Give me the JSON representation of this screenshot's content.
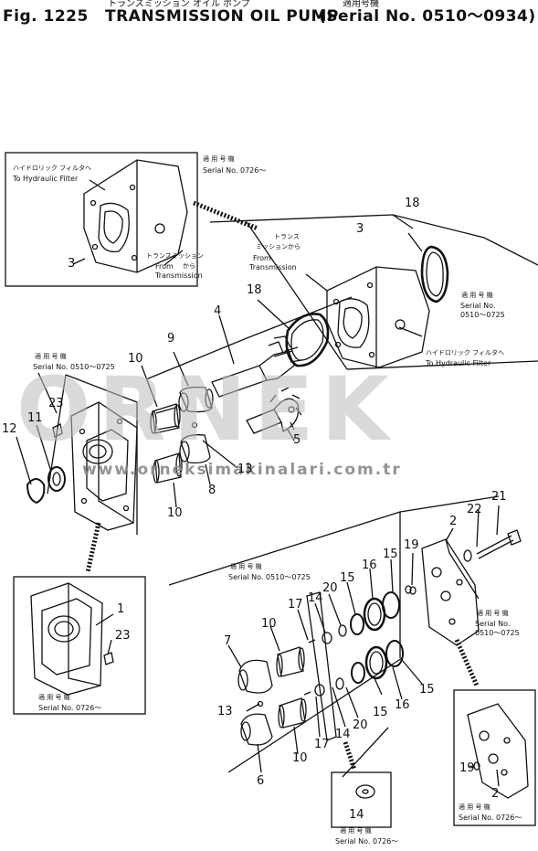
{
  "title": {
    "fig": "Fig. 1225",
    "name": "TRANSMISSION OIL PUMP",
    "serial": "(Serial No. 0510～0934)",
    "top_cut_jp": "トランスミッション オイル ポンプ",
    "top_cut_jp2": "適用号機"
  },
  "watermark": {
    "big": "ORNEK",
    "url": "www.orneksimakinalari.com.tr"
  },
  "callouts": {
    "inset_top": {
      "jp_filter": "ハイドロリック フィルタへ",
      "to_filter": "To Hydraulic Filter",
      "jp_from": "トランスミッション",
      "from": "From",
      "from_jp_kara": "から",
      "trans": "Transmission",
      "jp_serial": "適 用 号 機",
      "serial": "Serial No. 0726～"
    },
    "main_top": {
      "jp_trans": "トランス",
      "jp_kara": "ミッションから",
      "from": "From",
      "trans": "Transmission",
      "jp_serial": "適 用 号 機",
      "serial1": "Serial No.",
      "serial2": "0510～0725",
      "jp_filter": "ハイドロリック フィルタへ",
      "to_filter": "To Hydraulic Filter"
    },
    "left_serial_jp": "適 用 号 機",
    "left_serial": "Serial No. 0510～0725",
    "inset_cover_jp": "適 用 号 機",
    "inset_cover": "Serial No. 0726～",
    "right_serial_jp": "適 用 号 機",
    "right_serial": "Serial No. 0510～0725",
    "plate_serial_jp": "適 用 号 機",
    "plate_serial1": "Serial No.",
    "plate_serial2": "0510～0725",
    "inset_plate_jp": "適 用 号 機",
    "inset_plate": "Serial No. 0726～",
    "inset_washer_jp": "適 用 号 機",
    "inset_washer": "Serial No. 0726～"
  },
  "part_numbers": {
    "p3a": "3",
    "p3b": "3",
    "p18a": "18",
    "p18b": "18",
    "p4": "4",
    "p9": "9",
    "p10a": "10",
    "p23a": "23",
    "p12": "12",
    "p11": "11",
    "p5": "5",
    "p13a": "13",
    "p8": "8",
    "p10b": "10",
    "p1": "1",
    "p23b": "23",
    "p21": "21",
    "p22": "22",
    "p2a": "2",
    "p19a": "19",
    "p15a": "15",
    "p16a": "16",
    "p15b": "15",
    "p20a": "20",
    "p14a": "14",
    "p17a": "17",
    "p10c": "10",
    "p7": "7",
    "p13b": "13",
    "p6": "6",
    "p10d": "10",
    "p17b": "17",
    "p14b": "14",
    "p20b": "20",
    "p15c": "15",
    "p16b": "16",
    "p15d": "15",
    "p19b": "19",
    "p2b": "2",
    "p14c": "14"
  }
}
